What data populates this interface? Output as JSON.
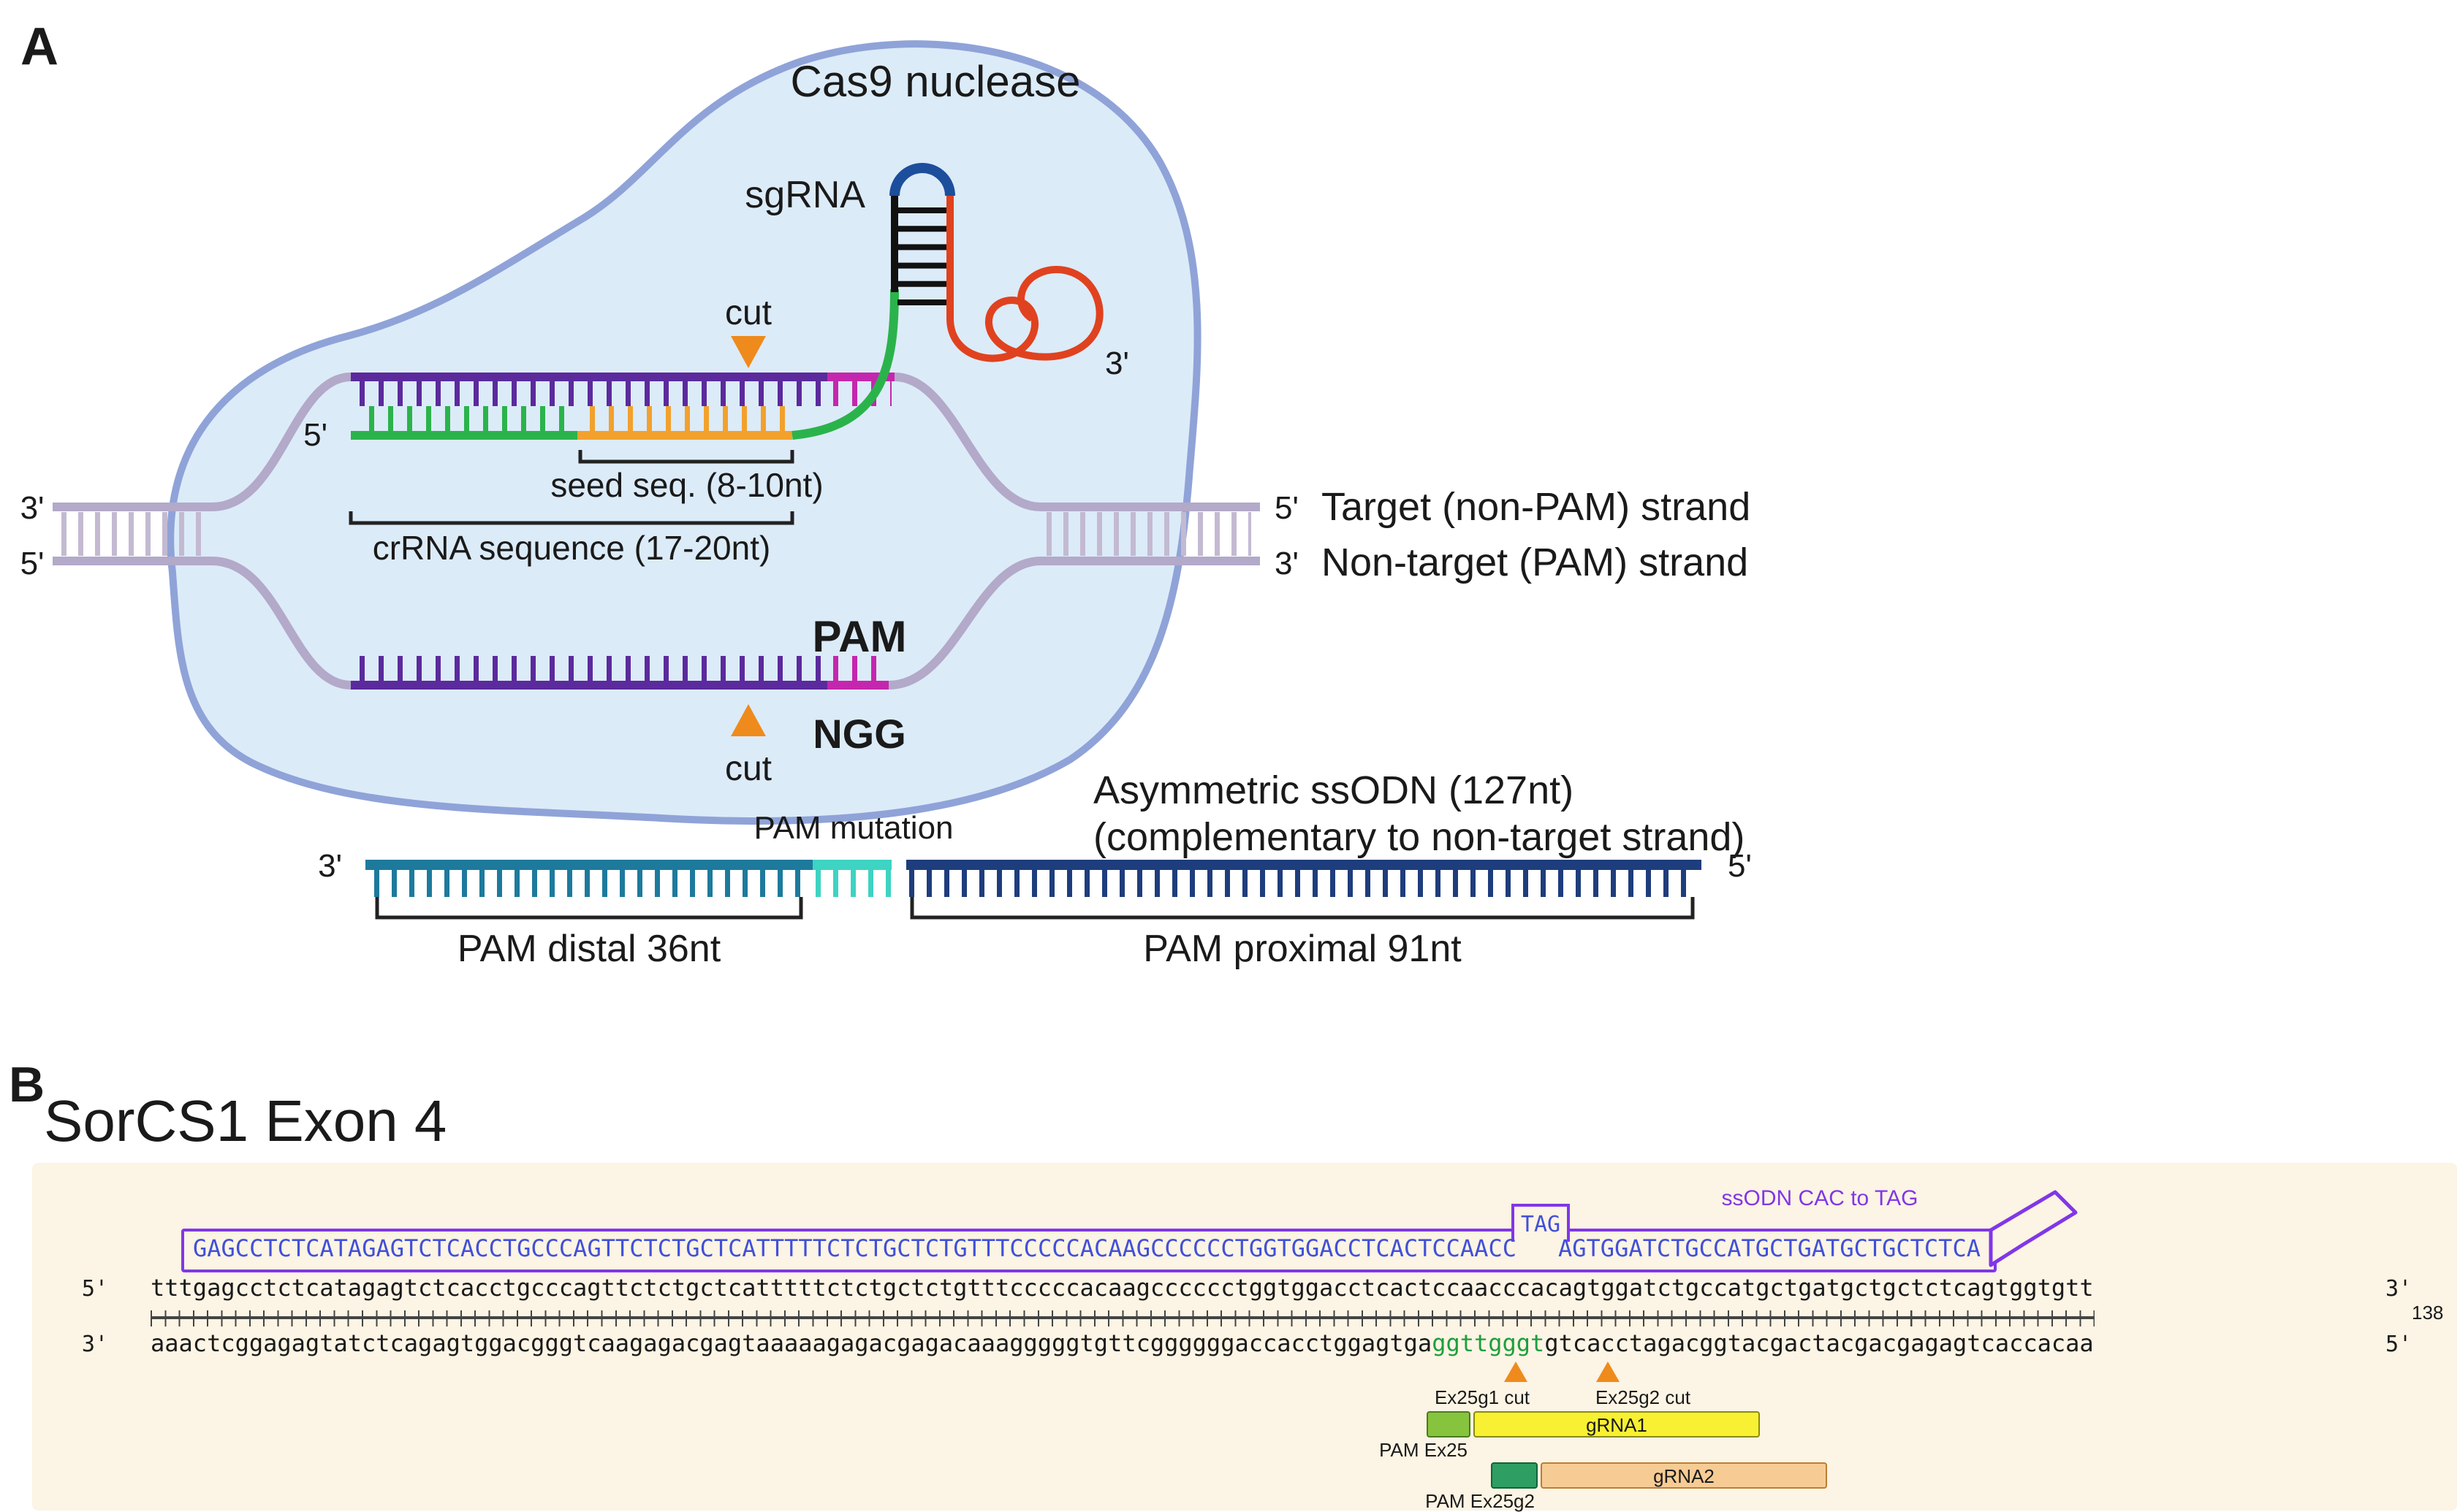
{
  "panelA": {
    "label": "A",
    "cas9_title": "Cas9 nuclease",
    "sgrna_label": "sgRNA",
    "sgrna_3prime": "3'",
    "cut_top": "cut",
    "cut_bottom": "cut",
    "crrna_5prime": "5'",
    "seed_label": "seed seq. (8-10nt)",
    "crrna_label": "crRNA sequence (17-20nt)",
    "left_top": "3'",
    "left_bottom": "5'",
    "right_top": "5'",
    "right_bottom": "3'",
    "target_strand": "Target (non-PAM) strand",
    "nontarget_strand": "Non-target (PAM) strand",
    "pam": "PAM",
    "ngg": "NGG",
    "ssodn": {
      "title1": "Asymmetric ssODN (127nt)",
      "title2": "(complementary to non-target strand)",
      "mutation": "PAM mutation",
      "left": "3'",
      "right": "5'",
      "distal": "PAM distal 36nt",
      "proximal": "PAM proximal 91nt"
    }
  },
  "panelB": {
    "label": "B",
    "title": "SorCS1 Exon 4",
    "ssodn_box": {
      "pre": "GAGCCTCTCATAGAGTCTCACCTGCCCAGTTCTCTGCTCATTTTTCTCTGCTCTGTTTCCCCCACAAGCCCCCCTGGTGGACCTCACTCCAACC",
      "tag": "TAG",
      "post": "AGTGGATCTGCCATGCTGATGCTGCTCTCA",
      "annotation": "ssODN CAC to TAG"
    },
    "top_strand": {
      "five": "5'",
      "seq": "tttgagcctctcatagagtctcacctgcccagttctctgctcatttttctctgctctgtttcccccacaagcccccctggtggacctcactccaacccacagtggatctgccatgctgatgctgctctcagtggtgtt",
      "three": "3'"
    },
    "ruler_count": "138",
    "bottom_strand": {
      "three": "3'",
      "pre": "aaactcggagagtatctcagagtggacgggtcaagagacgagtaaaaagagacgagacaaagggggtgttcggggggaccacctggagtga",
      "green": "ggttgggt",
      "post": "gtcacctagacggtacgactacgacgagagtcaccacaa",
      "five": "5'"
    },
    "cut1": "Ex25g1 cut",
    "cut2": "Ex25g2 cut",
    "pam_ex25": "PAM Ex25",
    "grna1": "gRNA1",
    "pam_ex25g2": "PAM Ex25g2",
    "grna2": "gRNA2"
  },
  "colors": {
    "cas9_fill": "#dcebf8",
    "cas9_outline": "#8fa3d8",
    "dna_grey": "#b3a9c9",
    "protospacer_purple": "#5b2a9d",
    "pam_magenta": "#c427ae",
    "crrna_green": "#2bb34b",
    "seed_orange": "#f2a12c",
    "cut_orange": "#ef8a1c",
    "sgrna_red": "#e0421f",
    "sgrna_blue": "#1d4e9c",
    "ssodn_distal_teal": "#1d7a9c",
    "ssodn_mutation_cyan": "#3ed3c2",
    "ssodn_proximal_navy": "#1e3d7c",
    "panelb_bg": "#fcf4e4",
    "ssodn_box_purple": "#8136e8",
    "seq_blue": "#4150d8",
    "seq_green": "#1e9e3e",
    "grna1_yellow": "#f8f032",
    "pam_ex25_green": "#86c43e",
    "pam_ex25g2_green": "#2e9e62",
    "grna2_peach": "#f7cb94"
  }
}
